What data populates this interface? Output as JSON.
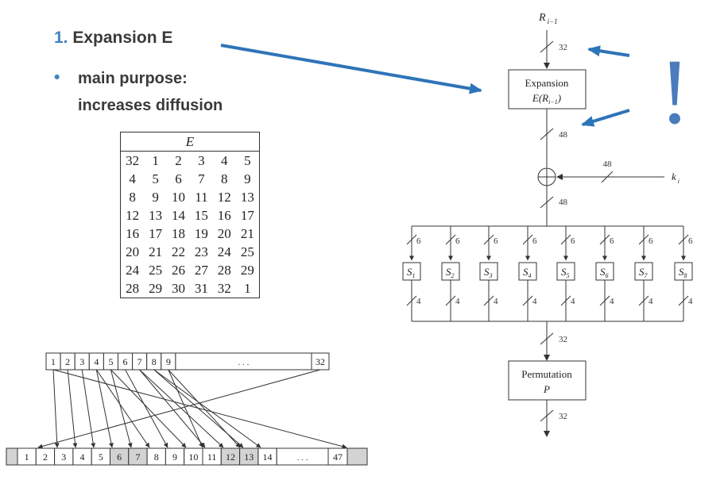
{
  "slide": {
    "heading_number": "1.",
    "heading_text": "Expansion E",
    "bullet_symbol": "•",
    "bullet_line1": "main purpose:",
    "bullet_line2": "increases diffusion"
  },
  "e_table": {
    "title": "E",
    "rows": [
      [
        "32",
        "1",
        "2",
        "3",
        "4",
        "5"
      ],
      [
        "4",
        "5",
        "6",
        "7",
        "8",
        "9"
      ],
      [
        "8",
        "9",
        "10",
        "11",
        "12",
        "13"
      ],
      [
        "12",
        "13",
        "14",
        "15",
        "16",
        "17"
      ],
      [
        "16",
        "17",
        "18",
        "19",
        "20",
        "21"
      ],
      [
        "20",
        "21",
        "22",
        "23",
        "24",
        "25"
      ],
      [
        "24",
        "25",
        "26",
        "27",
        "28",
        "29"
      ],
      [
        "28",
        "29",
        "30",
        "31",
        "32",
        "1"
      ]
    ]
  },
  "feistel": {
    "input_label": "R",
    "input_sub": "i−1",
    "width_32": "32",
    "expansion_label": "Expansion",
    "expansion_func": "E(R",
    "expansion_sub": "i−1",
    "expansion_close": ")",
    "width_48": "48",
    "key_width": "48",
    "key_label": "k",
    "key_sub": "i",
    "sbox_input_width": "6",
    "sbox_output_width": "4",
    "sbox_label": "S",
    "sbox_subs": [
      "1",
      "2",
      "3",
      "4",
      "5",
      "6",
      "7",
      "8"
    ],
    "after_sbox_width": "32",
    "perm_label": "Permutation",
    "perm_func": "P",
    "out_width": "32",
    "exclamation": "!"
  },
  "mapping": {
    "top_cells": [
      "1",
      "2",
      "3",
      "4",
      "5",
      "6",
      "7",
      "8",
      "9"
    ],
    "top_ellipsis": ". . .",
    "top_last": "32",
    "bottom_cells": [
      "1",
      "2",
      "3",
      "4",
      "5",
      "6",
      "7",
      "8",
      "9",
      "10",
      "11",
      "12",
      "13",
      "14"
    ],
    "bottom_ellipsis": ". . .",
    "bottom_last": "47"
  },
  "colors": {
    "accent_blue": "#3f82c4",
    "arrow_blue": "#2e74b8",
    "text_dark": "#3a3a3a",
    "line": "#333333",
    "shaded_cell": "#d3d3d3"
  }
}
